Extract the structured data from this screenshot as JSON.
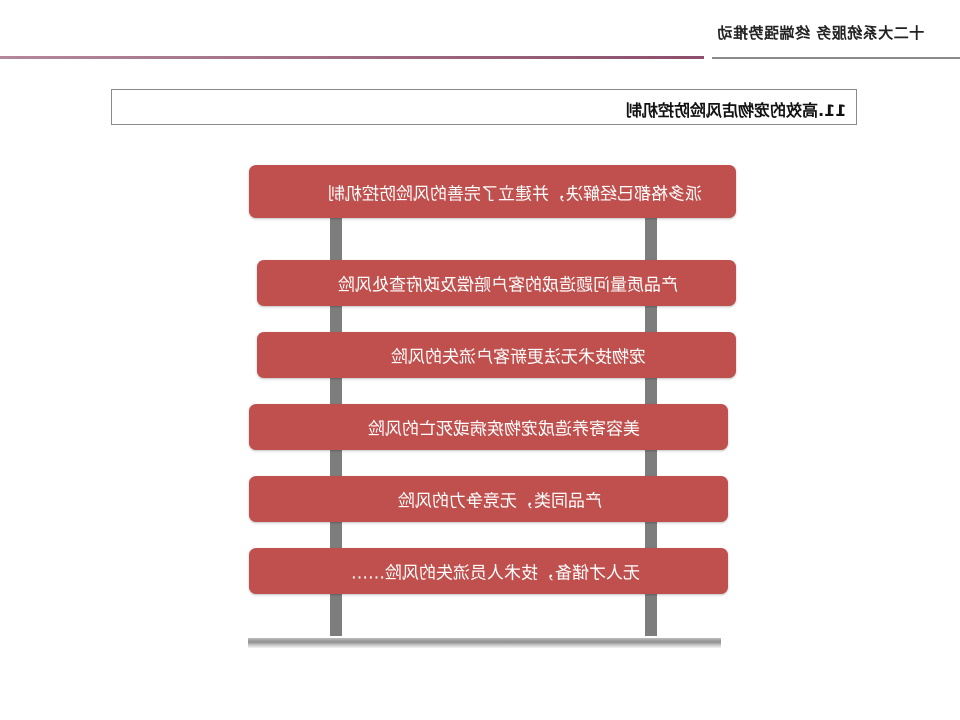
{
  "header": {
    "text": "十二大系统服务   终端强势推动"
  },
  "title": {
    "text": "11.高效的宠物店风险防控机制"
  },
  "ladder": {
    "items": [
      "派多格都已经解决，并建立了完善的风险防控机制",
      "产品质量问题造成的客户赔偿及政府查处风险",
      "宠物技术无法更新客户流失的风险",
      "美容寄养造成宠物疾病或死亡的风险",
      "产品同类，无竞争力的风险",
      "无人才储备，技术人员流失的风险……"
    ]
  }
}
